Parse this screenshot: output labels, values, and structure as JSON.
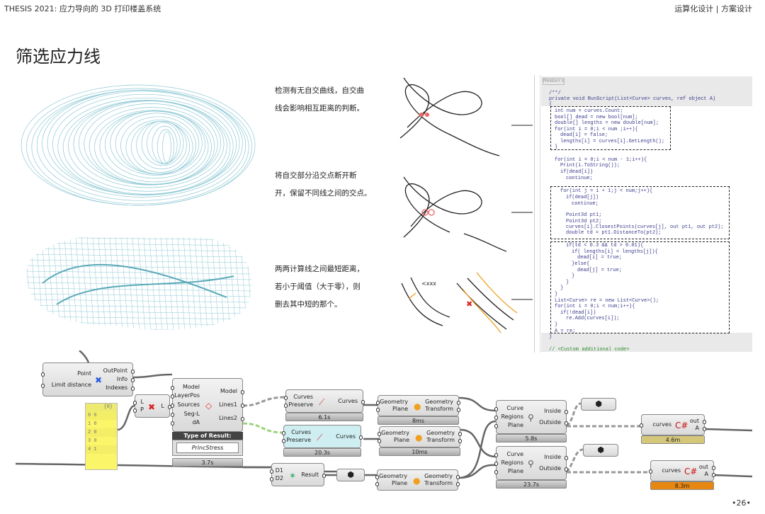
{
  "header": {
    "left": "THESIS 2021: 应力导向的 3D 打印楼盖系统",
    "right": "运算化设计 | 方案设计"
  },
  "title": "筛选应力线",
  "descriptions": [
    [
      "检测有无自交曲线，自交曲",
      "线会影响相互距离的判断。"
    ],
    [
      "将自交部分沿交点断开断",
      "开，保留不同线之间的交点。"
    ],
    [
      "两两计算线之间最短距离，",
      "若小于阈值（大于零），则",
      "删去其中短的那个。"
    ]
  ],
  "diagram_label": "<xxx",
  "code": {
    "lines": [
      {
        "t": "Members",
        "i": -1
      },
      {
        "t": "/**/",
        "i": 0
      },
      {
        "t": "private void RunScript(List<Curve> curves, ref object A)",
        "i": 0
      },
      {
        "t": "{",
        "i": 0
      },
      {
        "t": "int num = curves.Count;",
        "i": 1
      },
      {
        "t": "bool[] dead = new bool[num];",
        "i": 1
      },
      {
        "t": "double[] lengths = new double[num];",
        "i": 1
      },
      {
        "t": "for(int i = 0;i < num ;i++){",
        "i": 1
      },
      {
        "t": "dead[i] = false;",
        "i": 2
      },
      {
        "t": "lengths[i] = curves[i].GetLength();",
        "i": 2
      },
      {
        "t": "}",
        "i": 1
      },
      {
        "t": "",
        "i": 0
      },
      {
        "t": "for(int i = 0;i < num - 1;i++){",
        "i": 1
      },
      {
        "t": "Print(i.ToString());",
        "i": 2
      },
      {
        "t": "if(dead[i])",
        "i": 2
      },
      {
        "t": "continue;",
        "i": 3
      },
      {
        "t": "",
        "i": 0
      },
      {
        "t": "for(int j = i + 1;j < num;j++){",
        "i": 2
      },
      {
        "t": "if(dead[j])",
        "i": 3
      },
      {
        "t": "continue;",
        "i": 4
      },
      {
        "t": "",
        "i": 0
      },
      {
        "t": "Point3d pt1;",
        "i": 3
      },
      {
        "t": "Point3d pt2;",
        "i": 3
      },
      {
        "t": "curves[i].ClosestPoints(curves[j], out pt1, out pt2);",
        "i": 3
      },
      {
        "t": "double td = pt1.DistanceTo(pt2);",
        "i": 3
      },
      {
        "t": "",
        "i": 0
      },
      {
        "t": "if(td < 0.3 && td > 0.01){",
        "i": 3
      },
      {
        "t": "if( lengths[i] < lengths[j]){",
        "i": 4
      },
      {
        "t": "dead[i] = true;",
        "i": 5
      },
      {
        "t": "}else{",
        "i": 4
      },
      {
        "t": "dead[j] = true;",
        "i": 5
      },
      {
        "t": "}",
        "i": 4
      },
      {
        "t": "}",
        "i": 3
      },
      {
        "t": "}",
        "i": 2
      },
      {
        "t": "}",
        "i": 1
      },
      {
        "t": "List<Curve> re = new List<Curve>();",
        "i": 1
      },
      {
        "t": "for(int i = 0;i < num;i++){",
        "i": 1
      },
      {
        "t": "if(!dead[i])",
        "i": 2
      },
      {
        "t": "re.Add(curves[i]);",
        "i": 3
      },
      {
        "t": "}",
        "i": 1
      },
      {
        "t": "A = re;",
        "i": 1
      },
      {
        "t": "}",
        "i": 0
      },
      {
        "t": "",
        "i": 0
      },
      {
        "t": "// <Custom additional code>",
        "i": 0
      }
    ]
  },
  "nodes": {
    "closest": {
      "inputs": [
        "Point",
        "Limit distance"
      ],
      "outputs": [
        "OutPoint",
        "Info",
        "Indexes"
      ]
    },
    "panel": {
      "header": "{0}",
      "rows": [
        "0  0",
        "1  0",
        "2  0",
        "3  0",
        "4  1"
      ]
    },
    "cull": {
      "inputs": [
        "L",
        "P"
      ],
      "outputs": [
        "L"
      ]
    },
    "karamba": {
      "inputs": [
        "Model",
        "LayerPos",
        "Sources",
        "Seg-L",
        "dA"
      ],
      "outputs": [
        "Model",
        "Lines1",
        "Lines2"
      ],
      "type_label": "Type of Result:",
      "dropdown": "PrincStress",
      "time": "3.7s"
    },
    "shatter1": {
      "inputs": [
        "Curves",
        "Preserve"
      ],
      "outputs": [
        "Curves"
      ],
      "time": "6.1s"
    },
    "shatter2": {
      "inputs": [
        "Curves",
        "Preserve"
      ],
      "outputs": [
        "Curves"
      ],
      "time": "20.3s"
    },
    "orient1": {
      "inputs": [
        "Geometry",
        "Plane"
      ],
      "outputs": [
        "Geometry",
        "Transform"
      ],
      "time": "8ms"
    },
    "orient2": {
      "inputs": [
        "Geometry",
        "Plane"
      ],
      "outputs": [
        "Geometry",
        "Transform"
      ],
      "time": "10ms"
    },
    "orient3": {
      "inputs": [
        "Geometry",
        "Plane"
      ],
      "outputs": [
        "Geometry",
        "Transform"
      ]
    },
    "region1": {
      "inputs": [
        "Curve",
        "Regions",
        "Plane"
      ],
      "outputs": [
        "Inside",
        "Outside"
      ],
      "time": "5.8s"
    },
    "region2": {
      "inputs": [
        "Curve",
        "Regions",
        "Plane"
      ],
      "outputs": [
        "Inside",
        "Outside"
      ],
      "time": "23.7s"
    },
    "merge": {
      "inputs": [
        "D1",
        "D2"
      ],
      "outputs": [
        "Result"
      ]
    },
    "cs1": {
      "inputs": [
        "curves"
      ],
      "outputs": [
        "out",
        "A"
      ],
      "time": "4.6m",
      "color": "#d4c77a"
    },
    "cs2": {
      "inputs": [
        "curves"
      ],
      "outputs": [
        "out",
        "A"
      ],
      "time": "8.3m",
      "color": "#e8870f"
    }
  },
  "colors": {
    "mesh": "#8cc8d4",
    "panel": "#fbf56a",
    "cyan_node": "#cfeef2",
    "wire_green": "#9bd27a"
  },
  "page_number": "•26•"
}
